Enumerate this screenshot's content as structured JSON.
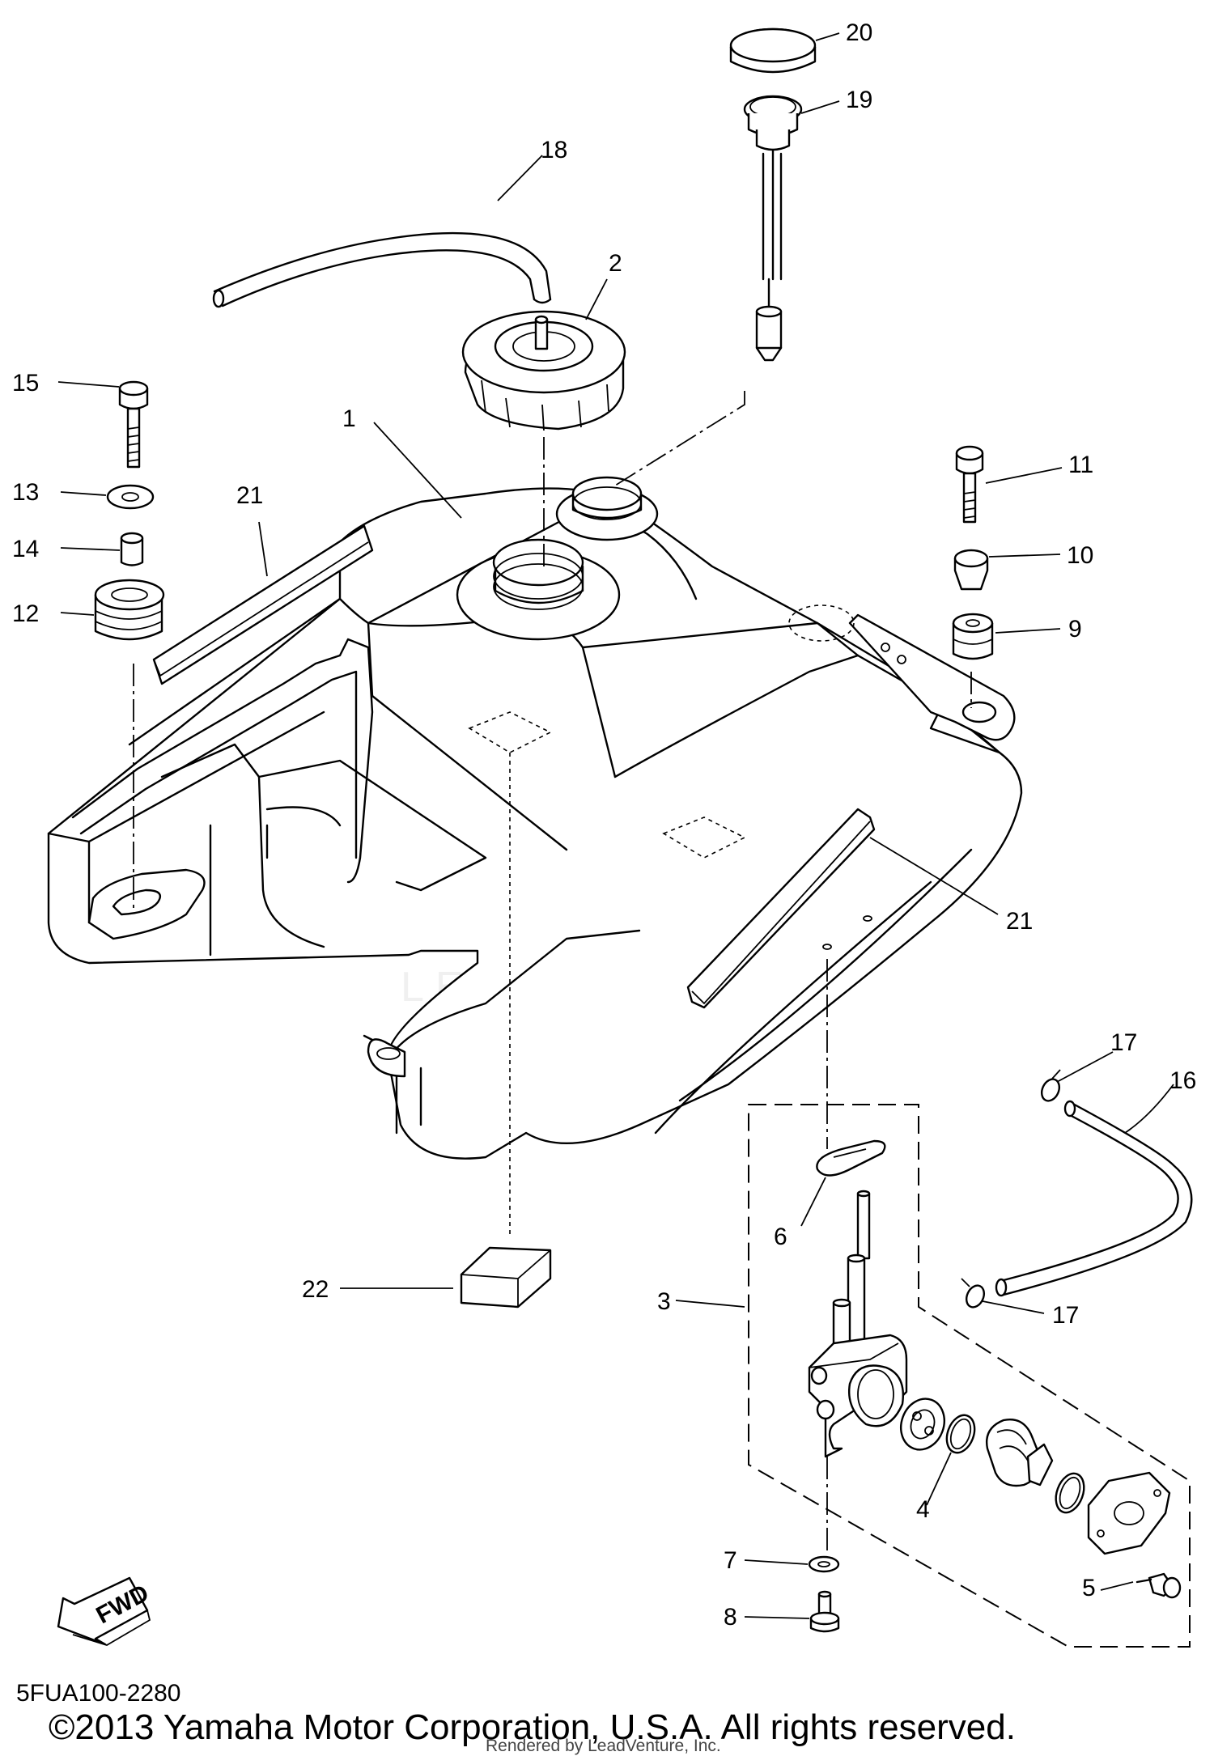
{
  "diagram": {
    "callouts": {
      "c1": "1",
      "c2": "2",
      "c3": "3",
      "c4": "4",
      "c5": "5",
      "c6": "6",
      "c7": "7",
      "c8": "8",
      "c9": "9",
      "c10": "10",
      "c11": "11",
      "c12": "12",
      "c13": "13",
      "c14": "14",
      "c15": "15",
      "c16": "16",
      "c17a": "17",
      "c17b": "17",
      "c18": "18",
      "c19": "19",
      "c20": "20",
      "c21a": "21",
      "c21b": "21",
      "c22": "22"
    },
    "fwd_label": "FWD",
    "part_code": "5FUA100-2280",
    "copyright": "©2013 Yamaha Motor Corporation, U.S.A. All rights reserved.",
    "rendered_by": "Rendered by LeadVenture, Inc.",
    "watermark": "LEADVENTURE"
  }
}
